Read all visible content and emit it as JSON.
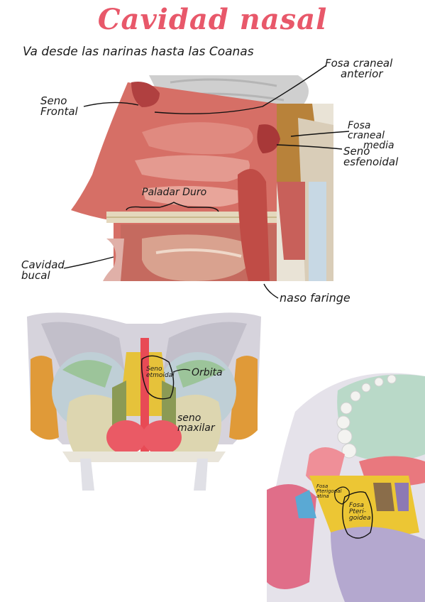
{
  "title": "Cavidad nasal",
  "subtitle": "Va desde las narinas hasta las Coanas",
  "labels": {
    "seno_frontal": [
      "Seno",
      "Frontal"
    ],
    "fosa_craneal_anterior": [
      "Fosa craneal",
      "anterior"
    ],
    "fosa_craneal_media": [
      "Fosa",
      "craneal",
      "media"
    ],
    "seno_esfenoidal": [
      "Seno",
      "esfenoidal"
    ],
    "paladar_duro": "Paladar Duro",
    "cavidad_bucal": [
      "Cavidad",
      "bucal"
    ],
    "nasofaringe": "naso faringe",
    "seno_etmoidal": [
      "Seno",
      "etmoidal"
    ],
    "orbita": "Orbita",
    "seno_maxilar": [
      "seno",
      "maxilar"
    ],
    "fosa_pterigopalatina": [
      "Fosa",
      "Pterigopal",
      "atina"
    ],
    "fosa_pterigoidea": [
      "Fosa",
      "Pteri-",
      "goidea"
    ]
  },
  "colors": {
    "title": "#e8586a",
    "ink": "#1a1a1a",
    "mucosa": "#c8605a",
    "bone": "#e8dcc0",
    "brain": "#c9c9c9",
    "sinus_red": "#e84a55",
    "ethmoid_yellow": "#e6c23a",
    "orange": "#e09a38",
    "green": "#9cc49a"
  }
}
